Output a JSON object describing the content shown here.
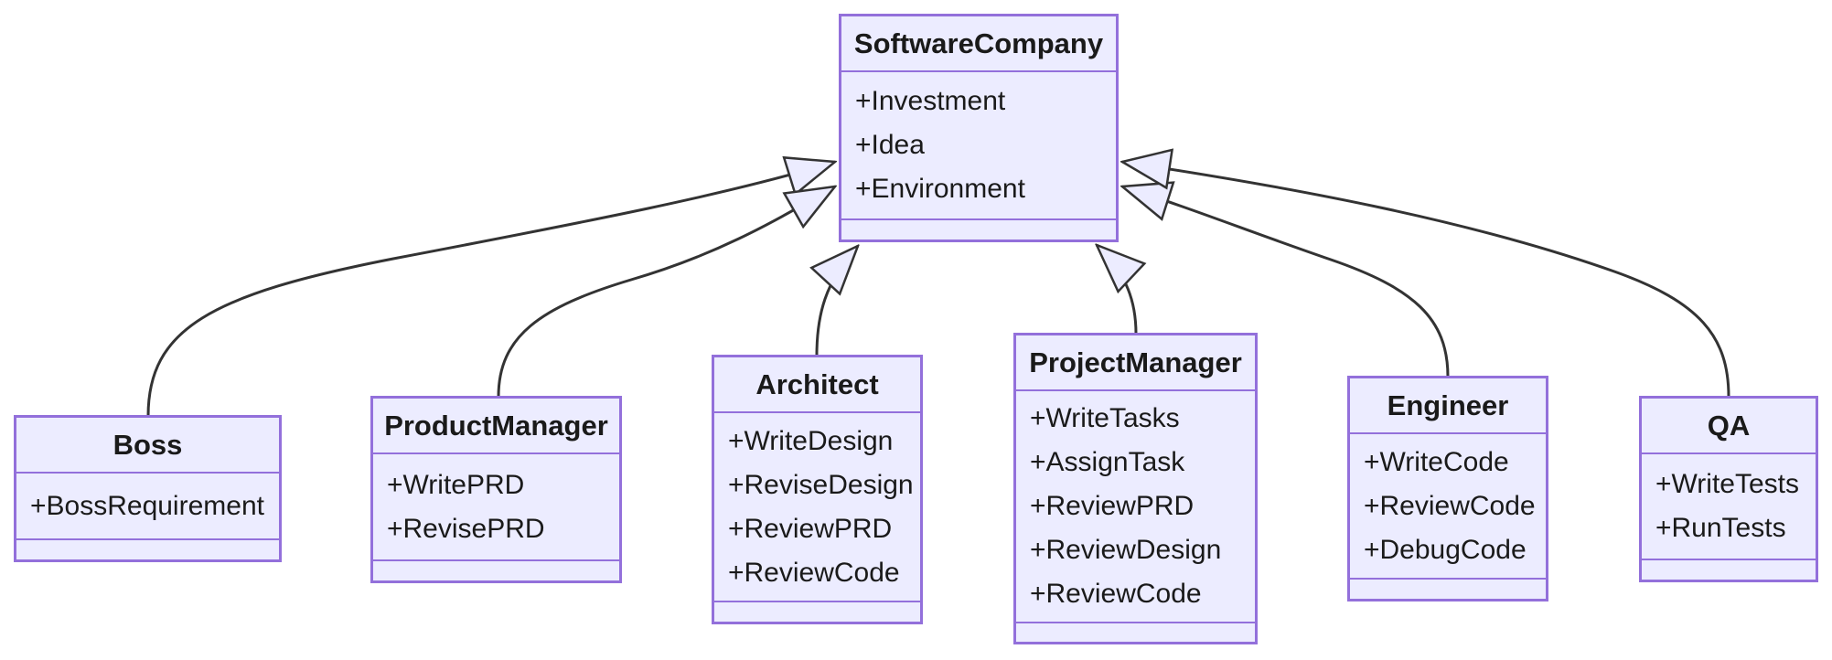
{
  "diagram": {
    "type": "uml-class-diagram",
    "colors": {
      "node_fill": "#ECECFF",
      "node_border": "#9370DB",
      "edge": "#333333",
      "text": "#1a1a1a",
      "background": "#ffffff"
    },
    "classes": [
      {
        "name": "SoftwareCompany",
        "members": [
          "+Investment",
          "+Idea",
          "+Environment"
        ],
        "methods": []
      },
      {
        "name": "Boss",
        "members": [
          "+BossRequirement"
        ],
        "methods": []
      },
      {
        "name": "ProductManager",
        "members": [
          "+WritePRD",
          "+RevisePRD"
        ],
        "methods": []
      },
      {
        "name": "Architect",
        "members": [
          "+WriteDesign",
          "+ReviseDesign",
          "+ReviewPRD",
          "+ReviewCode"
        ],
        "methods": []
      },
      {
        "name": "ProjectManager",
        "members": [
          "+WriteTasks",
          "+AssignTask",
          "+ReviewPRD",
          "+ReviewDesign",
          "+ReviewCode"
        ],
        "methods": []
      },
      {
        "name": "Engineer",
        "members": [
          "+WriteCode",
          "+ReviewCode",
          "+DebugCode"
        ],
        "methods": []
      },
      {
        "name": "QA",
        "members": [
          "+WriteTests",
          "+RunTests"
        ],
        "methods": []
      }
    ],
    "relations": [
      {
        "from": "Boss",
        "to": "SoftwareCompany",
        "type": "inheritance",
        "arrow": "hollow-triangle"
      },
      {
        "from": "ProductManager",
        "to": "SoftwareCompany",
        "type": "inheritance",
        "arrow": "hollow-triangle"
      },
      {
        "from": "Architect",
        "to": "SoftwareCompany",
        "type": "inheritance",
        "arrow": "hollow-triangle"
      },
      {
        "from": "ProjectManager",
        "to": "SoftwareCompany",
        "type": "inheritance",
        "arrow": "hollow-triangle"
      },
      {
        "from": "Engineer",
        "to": "SoftwareCompany",
        "type": "inheritance",
        "arrow": "hollow-triangle"
      },
      {
        "from": "QA",
        "to": "SoftwareCompany",
        "type": "inheritance",
        "arrow": "hollow-triangle"
      }
    ]
  }
}
